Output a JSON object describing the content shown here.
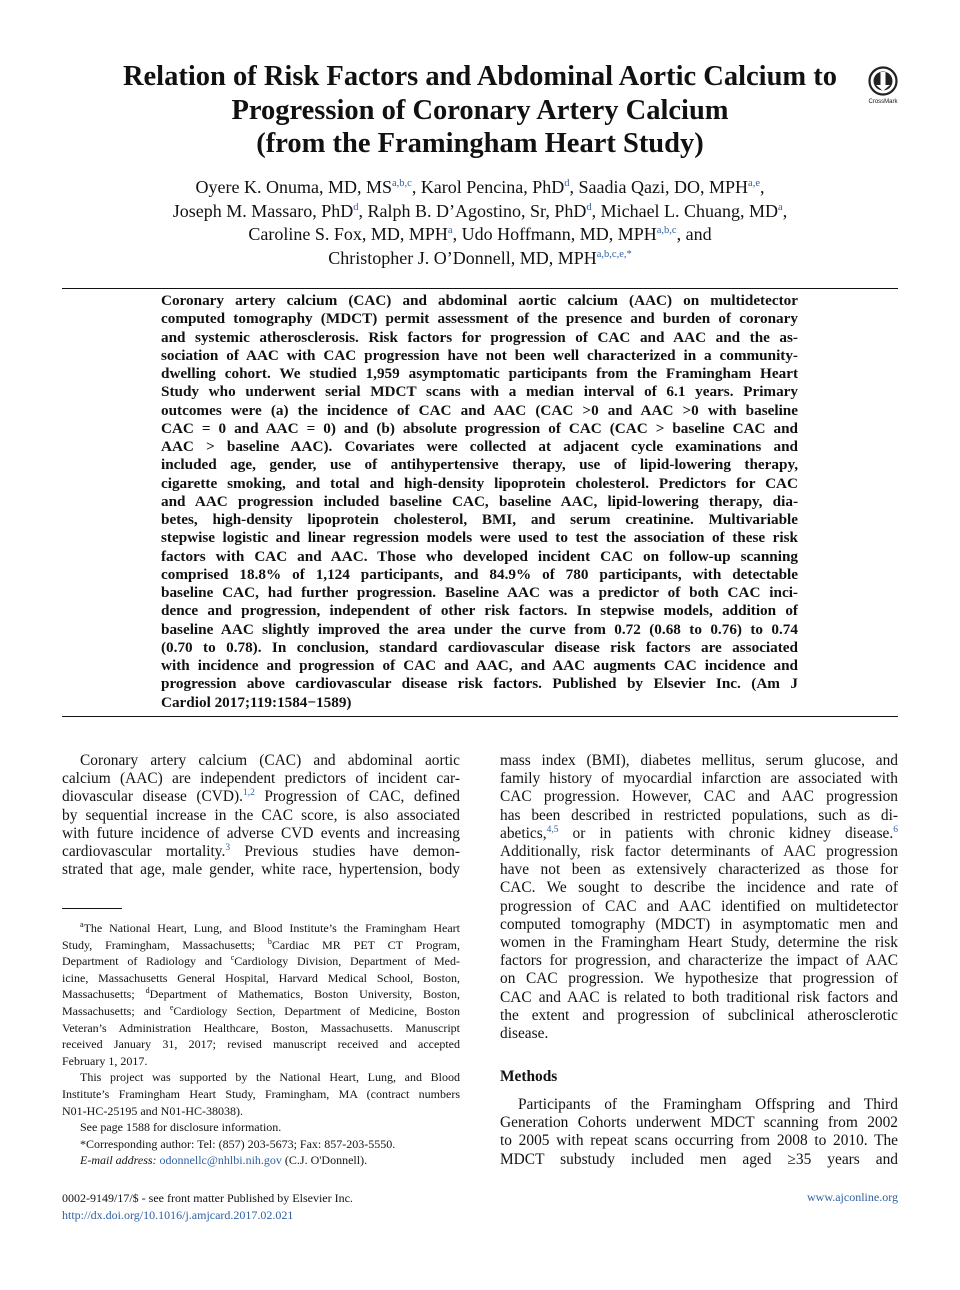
{
  "crossmark": {
    "label": "CrossMark"
  },
  "title": {
    "lines": [
      "Relation of Risk Factors and Abdominal Aortic Calcium to",
      "Progression of Coronary Artery Calcium",
      "(from the Framingham Heart Study)"
    ]
  },
  "authors": {
    "line1": [
      {
        "name": "Oyere K. Onuma, MD, MS",
        "sup": "a,b,c",
        "sep": ", "
      },
      {
        "name": "Karol Pencina, PhD",
        "sup": "d",
        "sep": ", "
      },
      {
        "name": "Saadia Qazi, DO, MPH",
        "sup": "a,e",
        "sep": ","
      }
    ],
    "line2": [
      {
        "name": "Joseph M. Massaro, PhD",
        "sup": "d",
        "sep": ", "
      },
      {
        "name": "Ralph B. D’Agostino, Sr, PhD",
        "sup": "d",
        "sep": ", "
      },
      {
        "name": "Michael L. Chuang, MD",
        "sup": "a",
        "sep": ","
      }
    ],
    "line3": [
      {
        "name": "Caroline S. Fox, MD, MPH",
        "sup": "a",
        "sep": ", "
      },
      {
        "name": "Udo Hoffmann, MD, MPH",
        "sup": "a,b,c",
        "sep": ", and"
      }
    ],
    "line4": [
      {
        "name": "Christopher J. O’Donnell, MD, MPH",
        "sup": "a,b,c,e,*",
        "sep": ""
      }
    ]
  },
  "abstract": {
    "lines": [
      "Coronary artery calcium (CAC) and abdominal aortic calcium (AAC) on multidetector",
      "computed tomography (MDCT) permit assessment of the presence and burden of coronary",
      "and systemic atherosclerosis. Risk factors for progression of CAC and AAC and the as-",
      "sociation of AAC with CAC progression have not been well characterized in a community-",
      "dwelling cohort. We studied 1,959 asymptomatic participants from the Framingham Heart",
      "Study who underwent serial MDCT scans with a median interval of 6.1 years. Primary",
      "outcomes were (a) the incidence of CAC and AAC (CAC >0 and AAC >0 with baseline",
      "CAC = 0 and AAC = 0) and (b) absolute progression of CAC (CAC > baseline CAC and",
      "AAC > baseline AAC). Covariates were collected at adjacent cycle examinations and",
      "included age, gender, use of antihypertensive therapy, use of lipid-lowering therapy,",
      "cigarette smoking, and total and high-density lipoprotein cholesterol. Predictors for CAC",
      "and AAC progression included baseline CAC, baseline AAC, lipid-lowering therapy, dia-",
      "betes, high-density lipoprotein cholesterol, BMI, and serum creatinine. Multivariable",
      "stepwise logistic and linear regression models were used to test the association of these risk",
      "factors with CAC and AAC. Those who developed incident CAC on follow-up scanning",
      "comprised 18.8% of 1,124 participants, and 84.9% of 780 participants, with detectable",
      "baseline CAC, had further progression. Baseline AAC was a predictor of both CAC inci-",
      "dence and progression, independent of other risk factors. In stepwise models, addition of",
      "baseline AAC slightly improved the area under the curve from 0.72 (0.68 to 0.76) to 0.74",
      "(0.70 to 0.78). In conclusion, standard cardiovascular disease risk factors are associated",
      "with incidence and progression of CAC and AAC, and AAC augments CAC incidence and",
      "progression above cardiovascular disease risk factors.    Published by Elsevier Inc. (Am J",
      "Cardiol 2017;119:1584−1589)"
    ]
  },
  "left_col": {
    "l1": "Coronary artery calcium (CAC) and abdominal aortic",
    "l2": "calcium (AAC) are independent predictors of incident car-",
    "l3a": "diovascular disease (CVD).",
    "l3c": "1,2",
    "l3b": " Progression of CAC, defined",
    "l4": "by sequential increase in the CAC score, is also associated",
    "l5": "with future incidence of adverse CVD events and increasing",
    "l6a": "cardiovascular mortality.",
    "l6c": "3",
    "l6b": " Previous studies have demon-",
    "l7": "strated that age, male gender, white race, hypertension, body"
  },
  "right_col": {
    "l1": "mass index (BMI), diabetes mellitus, serum glucose, and",
    "l2": "family history of myocardial infarction are associated with",
    "l3": "CAC progression. However, CAC and AAC progression",
    "l4": "has been described in restricted populations, such as di-",
    "l5a": "abetics,",
    "l5c": "4,5",
    "l5b": " or in patients with chronic kidney disease.",
    "l5d": "6",
    "l6": "Additionally, risk factor determinants of AAC progression",
    "l7": "have not been as extensively characterized as those for",
    "l8": "CAC. We sought to describe the incidence and rate of",
    "l9": "progression of CAC and AAC identified on multidetector",
    "l10": "computed tomography (MDCT) in asymptomatic men and",
    "l11": "women in the Framingham Heart Study, determine the risk",
    "l12": "factors for progression, and characterize the impact of AAC",
    "l13": "on CAC progression. We hypothesize that progression of",
    "l14": "CAC and AAC is related to both traditional risk factors and",
    "l15": "the extent and progression of subclinical atherosclerotic",
    "l16": "disease."
  },
  "methods": {
    "heading": "Methods",
    "l1": "Participants of the Framingham Offspring and Third",
    "l2": "Generation Cohorts underwent MDCT scanning from 2002",
    "l3": "to 2005 with repeat scans occurring from 2008 to 2010. The",
    "l4": "MDCT substudy included men aged ≥35 years and"
  },
  "footnotes": {
    "f1": "The National Heart, Lung, and Blood Institute’s the Framingham Heart",
    "f2a": "Study, Framingham, Massachusetts; ",
    "f2b": "Cardiac MR PET CT Program,",
    "f3a": "Department of Radiology and ",
    "f3b": "Cardiology Division, Department of Med-",
    "f4": "icine, Massachusetts General Hospital, Harvard Medical School, Boston,",
    "f5a": "Massachusetts; ",
    "f5b": "Department of Mathematics, Boston University, Boston,",
    "f6a": "Massachusetts; and ",
    "f6b": "Cardiology Section, Department of Medicine, Boston",
    "f7": "Veteran’s Administration Healthcare, Boston, Massachusetts. Manuscript",
    "f8": "received January 31, 2017; revised manuscript received and accepted",
    "f9": "February 1, 2017.",
    "f10": "This project was supported by the National Heart, Lung, and Blood",
    "f11": "Institute’s Framingham Heart Study, Framingham, MA (contract numbers",
    "f12": "N01-HC-25195 and N01-HC-38038).",
    "f13": "See page 1588 for disclosure information.",
    "f14": "*Corresponding author: Tel: (857) 203-5673; Fax: 857-203-5550.",
    "f15a": "E-mail address: ",
    "f15b": "odonnellc@nhlbi.nih.gov",
    "f15c": " (C.J. O'Donnell).",
    "sa": "a",
    "sb": "b",
    "sc": "c",
    "sd": "d",
    "se": "e"
  },
  "bottom": {
    "issn": "0002-9149/17/$ - see front matter Published by Elsevier Inc.",
    "doi": "http://dx.doi.org/10.1016/j.amjcard.2017.02.021",
    "website": "www.ajconline.org"
  }
}
